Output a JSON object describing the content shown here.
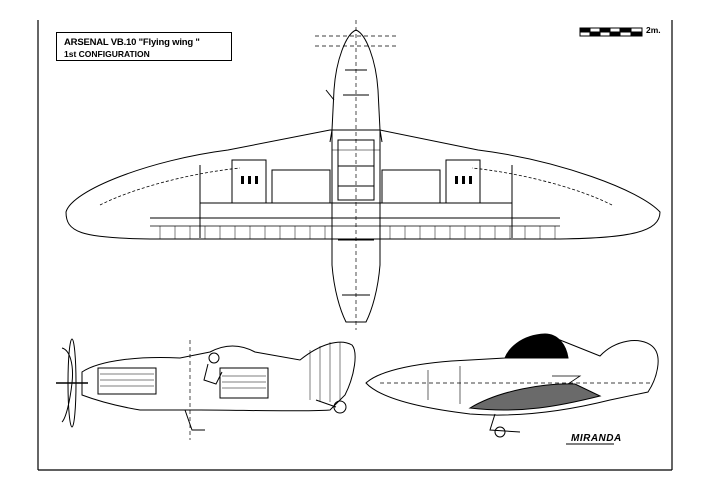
{
  "title": {
    "line1": "ARSENAL VB.10 \"Flying wing \"",
    "line2": "1st CONFIGURATION"
  },
  "scale_label": "2m.",
  "signature": "MIRANDA",
  "colors": {
    "ink": "#000000",
    "paper": "#ffffff",
    "hatch": "#4a4a4a"
  }
}
